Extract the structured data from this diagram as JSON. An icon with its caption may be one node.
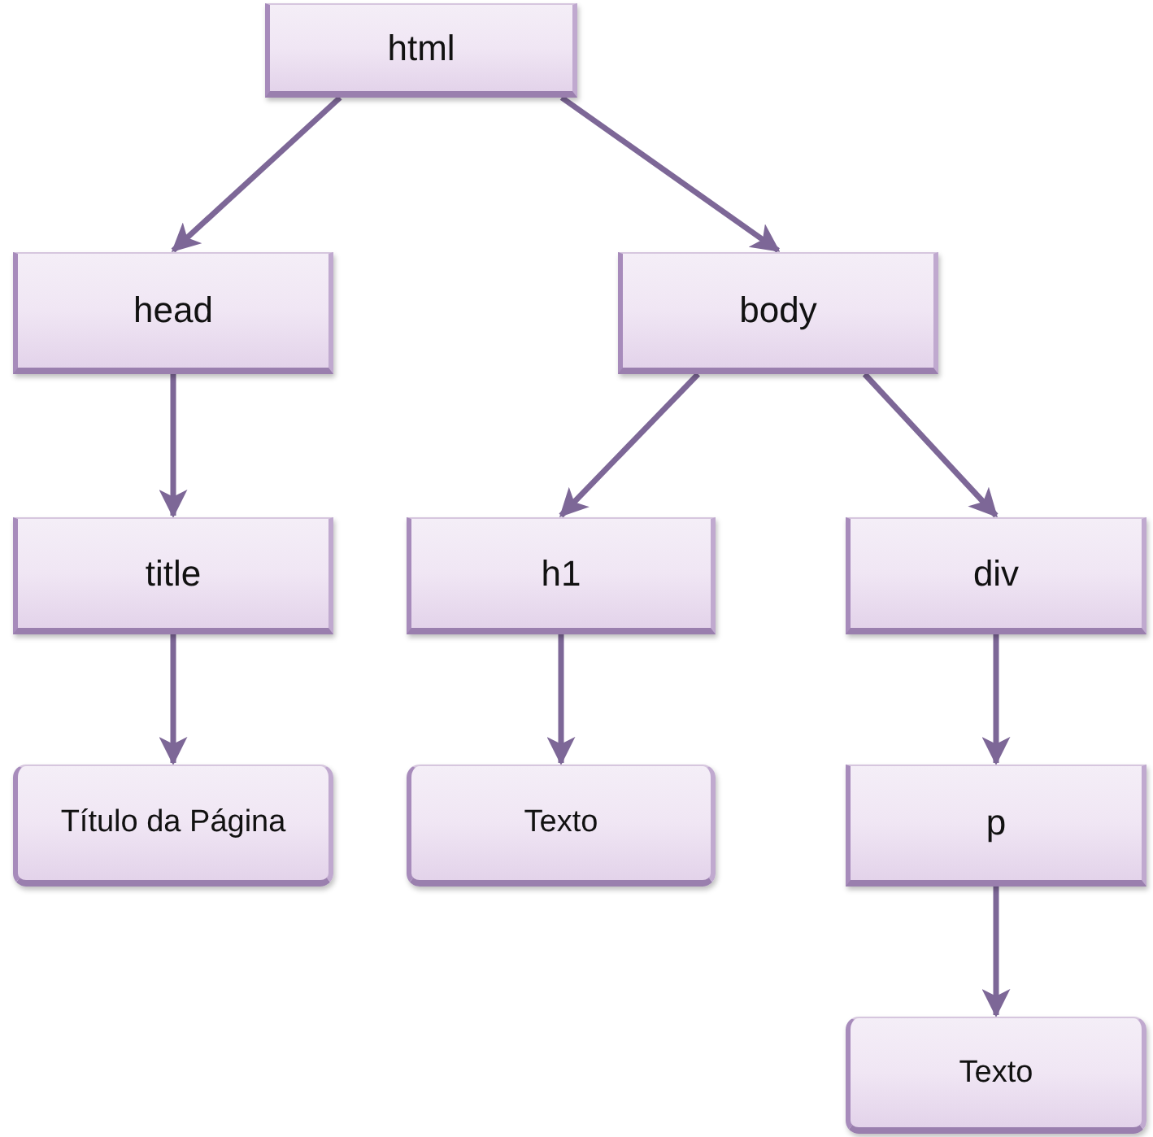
{
  "diagram": {
    "nodes": [
      {
        "text": [
          "html"
        ]
      },
      {
        "text": [
          "head"
        ]
      },
      {
        "text": [
          "body"
        ]
      },
      {
        "text": [
          "title"
        ]
      },
      {
        "text": [
          "h1"
        ]
      },
      {
        "text": [
          "div"
        ]
      },
      {
        "text": [
          "Título da Página"
        ]
      },
      {
        "text": [
          "Texto"
        ]
      },
      {
        "text": [
          "p"
        ]
      },
      {
        "text": [
          "Texto"
        ]
      }
    ],
    "edges": [
      {
        "from": 0,
        "to": 1,
        "arrow": "to"
      },
      {
        "from": 0,
        "to": 2,
        "arrow": "to"
      },
      {
        "from": 1,
        "to": 3,
        "arrow": "to"
      },
      {
        "from": 3,
        "to": 6,
        "arrow": "to"
      },
      {
        "from": 2,
        "to": 4,
        "arrow": "to"
      },
      {
        "from": 2,
        "to": 5,
        "arrow": "to"
      },
      {
        "from": 4,
        "to": 7,
        "arrow": "to"
      },
      {
        "from": 5,
        "to": 8,
        "arrow": "to"
      },
      {
        "from": 8,
        "to": 9,
        "arrow": "to"
      }
    ]
  }
}
